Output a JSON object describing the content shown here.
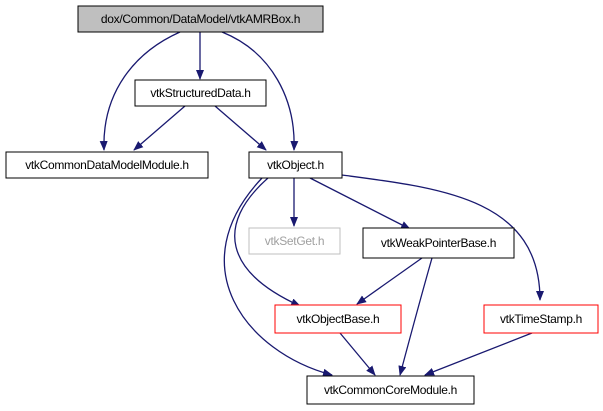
{
  "nodes": {
    "vtkamrbox": {
      "label": "dox/Common/DataModel/vtkAMRBox.h",
      "kind": "root"
    },
    "structureddata": {
      "label": "vtkStructuredData.h",
      "kind": "normal"
    },
    "commondatamodelmodule": {
      "label": "vtkCommonDataModelModule.h",
      "kind": "normal"
    },
    "object": {
      "label": "vtkObject.h",
      "kind": "normal"
    },
    "setget": {
      "label": "vtkSetGet.h",
      "kind": "missing"
    },
    "weakpointerbase": {
      "label": "vtkWeakPointerBase.h",
      "kind": "normal"
    },
    "objectbase": {
      "label": "vtkObjectBase.h",
      "kind": "truncated"
    },
    "timestamp": {
      "label": "vtkTimeStamp.h",
      "kind": "truncated"
    },
    "commoncoremodule": {
      "label": "vtkCommonCoreModule.h",
      "kind": "normal"
    }
  },
  "edges": [
    {
      "from": "vtkamrbox",
      "to": "structureddata"
    },
    {
      "from": "vtkamrbox",
      "to": "commondatamodelmodule"
    },
    {
      "from": "vtkamrbox",
      "to": "object"
    },
    {
      "from": "structureddata",
      "to": "commondatamodelmodule"
    },
    {
      "from": "structureddata",
      "to": "object"
    },
    {
      "from": "object",
      "to": "setget"
    },
    {
      "from": "object",
      "to": "weakpointerbase"
    },
    {
      "from": "object",
      "to": "objectbase"
    },
    {
      "from": "object",
      "to": "timestamp"
    },
    {
      "from": "object",
      "to": "commoncoremodule"
    },
    {
      "from": "weakpointerbase",
      "to": "objectbase"
    },
    {
      "from": "weakpointerbase",
      "to": "commoncoremodule"
    },
    {
      "from": "objectbase",
      "to": "commoncoremodule"
    },
    {
      "from": "timestamp",
      "to": "commoncoremodule"
    }
  ],
  "colors": {
    "edge": "#191970",
    "root_fill": "#bfbfbf",
    "node_border": "#000000",
    "truncated_border": "#ff0000",
    "missing_border": "#bfbfbf",
    "missing_text": "#a0a0a0",
    "text": "#000000"
  }
}
